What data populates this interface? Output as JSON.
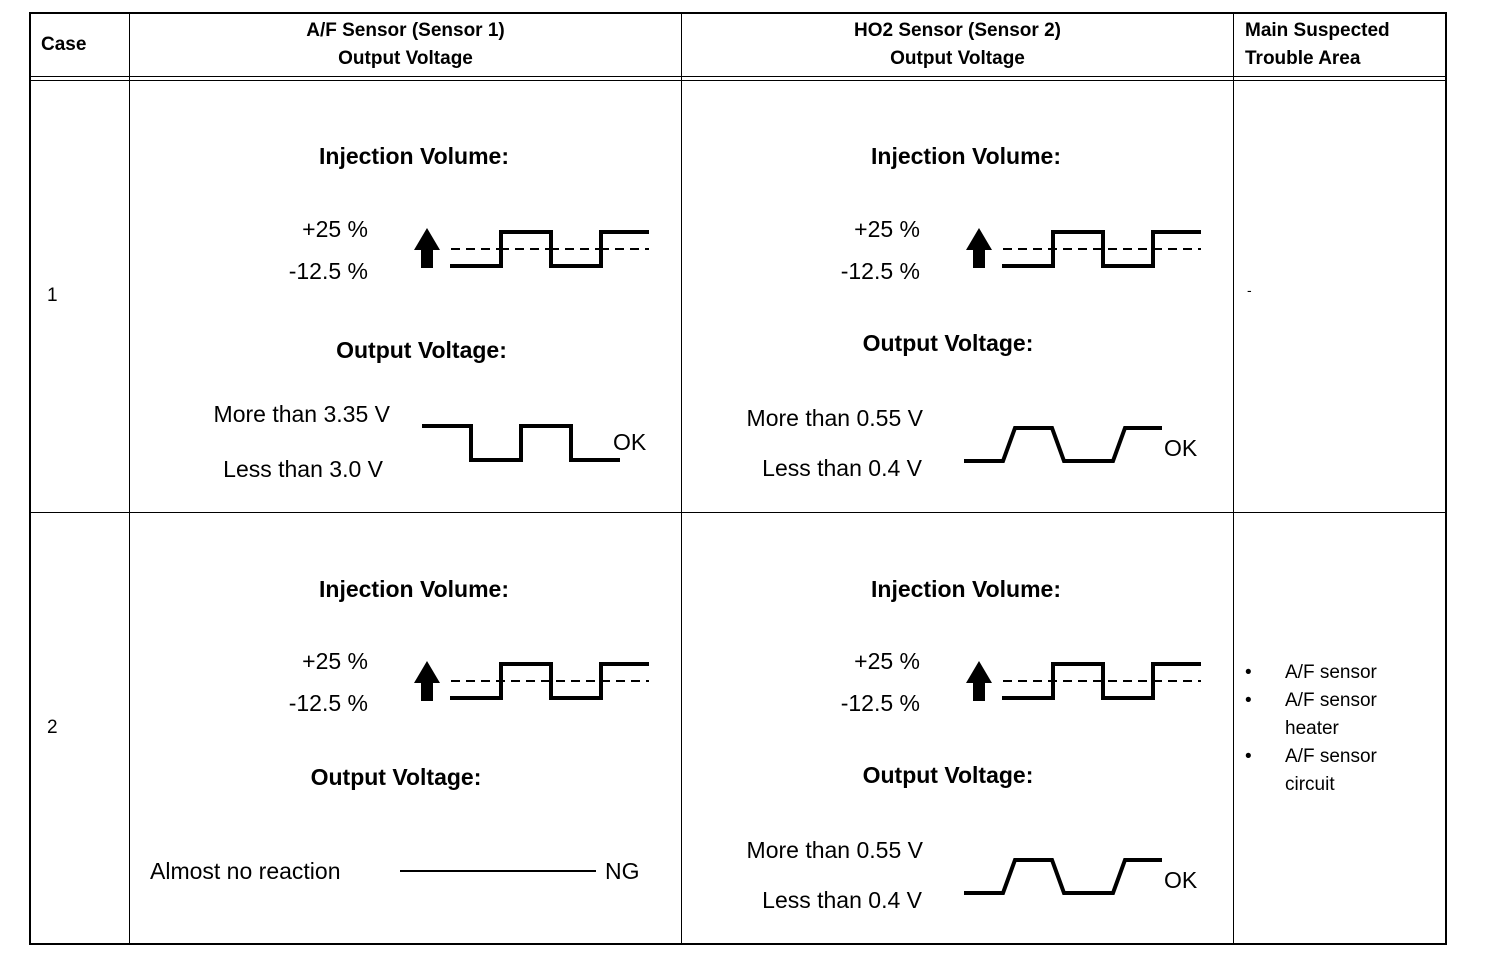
{
  "header": {
    "case": "Case",
    "af_sensor": [
      "A/F Sensor (Sensor 1)",
      "Output Voltage"
    ],
    "ho2_sensor": [
      "HO2 Sensor (Sensor 2)",
      "Output Voltage"
    ],
    "trouble_area": [
      "Main Suspected",
      "Trouble Area"
    ]
  },
  "rows": [
    {
      "case": "1",
      "af": {
        "injection_title": "Injection Volume:",
        "inj_high": "+25 %",
        "inj_low": "-12.5 %",
        "output_title": "Output Voltage:",
        "volt_high": "More than 3.35 V",
        "volt_low": "Less than 3.0 V",
        "result": "OK"
      },
      "ho2": {
        "injection_title": "Injection Volume:",
        "inj_high": "+25 %",
        "inj_low": "-12.5 %",
        "output_title": "Output Voltage:",
        "volt_high": "More than 0.55 V",
        "volt_low": "Less than 0.4 V",
        "result": "OK"
      },
      "trouble": "-"
    },
    {
      "case": "2",
      "af": {
        "injection_title": "Injection Volume:",
        "inj_high": "+25 %",
        "inj_low": "-12.5 %",
        "output_title": "Output Voltage:",
        "reaction": "Almost no reaction",
        "result": "NG"
      },
      "ho2": {
        "injection_title": "Injection Volume:",
        "inj_high": "+25 %",
        "inj_low": "-12.5 %",
        "output_title": "Output Voltage:",
        "volt_high": "More than 0.55 V",
        "volt_low": "Less than 0.4 V",
        "result": "OK"
      },
      "trouble_items": [
        "A/F sensor",
        "A/F sensor heater",
        "A/F sensor circuit"
      ]
    }
  ]
}
